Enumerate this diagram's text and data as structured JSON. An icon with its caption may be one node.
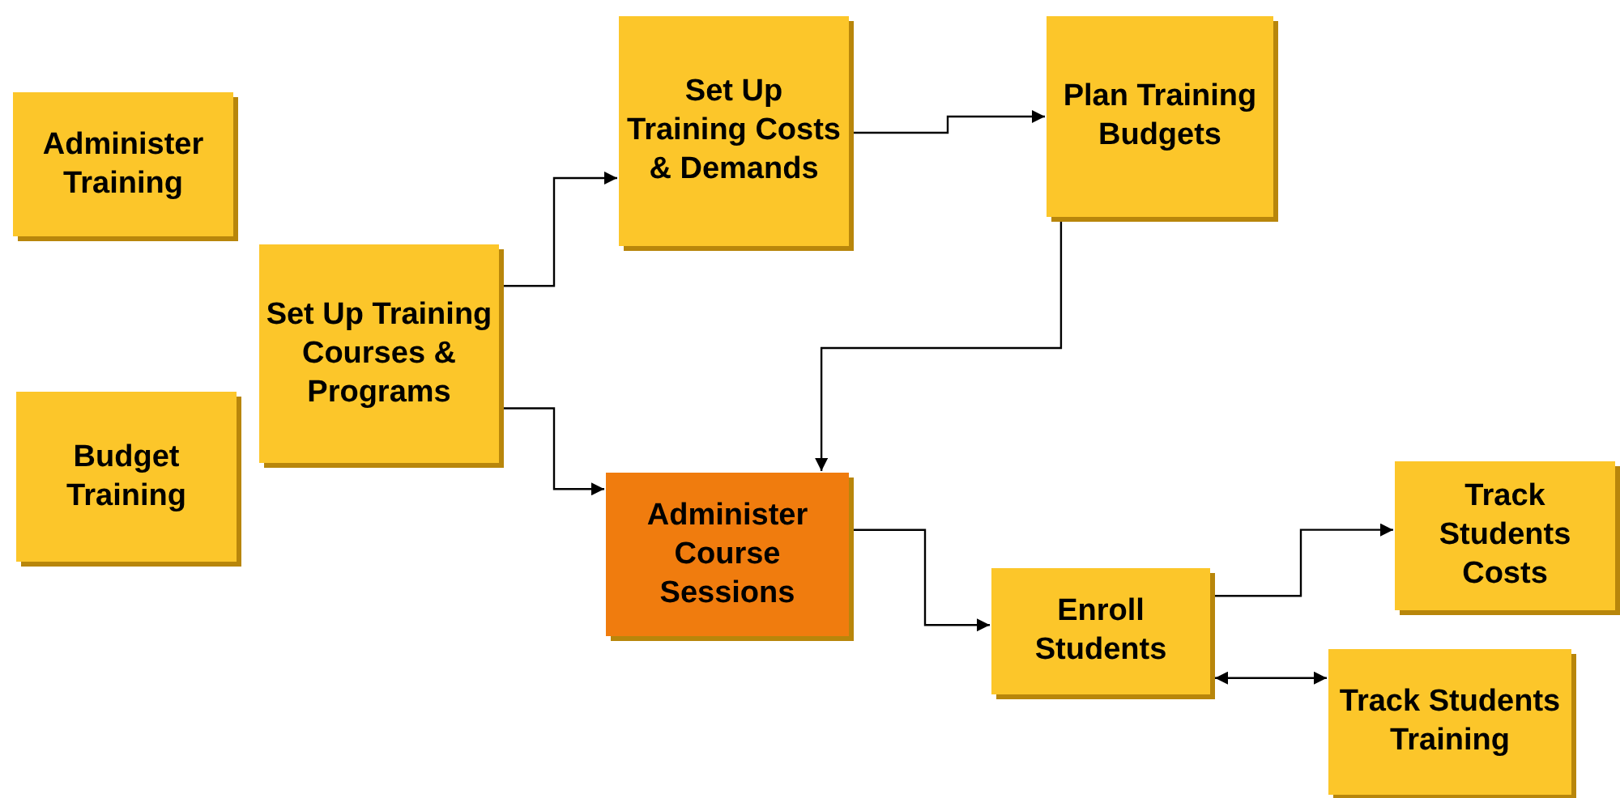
{
  "diagram": {
    "nodes": [
      {
        "text": [
          "Administer Training"
        ]
      },
      {
        "text": [
          "Budget Training"
        ]
      },
      {
        "text": [
          "Set Up Training Courses & Programs"
        ]
      },
      {
        "text": [
          "Set Up Training Costs & Demands"
        ]
      },
      {
        "text": [
          "Plan Training Budgets"
        ]
      },
      {
        "text": [
          "Administer Course Sessions"
        ]
      },
      {
        "text": [
          "Enroll Students"
        ]
      },
      {
        "text": [
          "Track Students Costs"
        ]
      },
      {
        "text": [
          "Track Students Training"
        ]
      }
    ],
    "edges": [
      {
        "from": 2,
        "to": 3,
        "arrow": "to"
      },
      {
        "from": 2,
        "to": 5,
        "arrow": "to"
      },
      {
        "from": 3,
        "to": 4,
        "arrow": "to"
      },
      {
        "from": 4,
        "to": 5,
        "arrow": "to"
      },
      {
        "from": 5,
        "to": 6,
        "arrow": "to"
      },
      {
        "from": 6,
        "to": 7,
        "arrow": "to"
      },
      {
        "from": 6,
        "to": 8,
        "arrow": "both"
      }
    ]
  }
}
